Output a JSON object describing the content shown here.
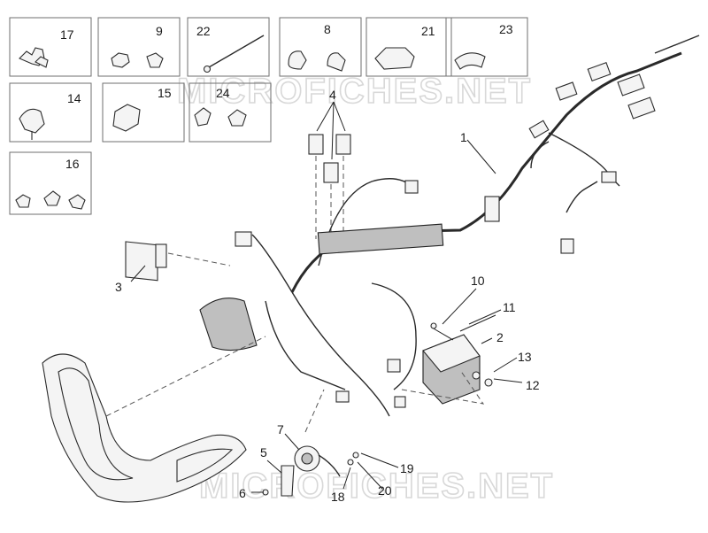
{
  "watermark": "MICROFICHES.NET",
  "callouts": {
    "c1": "1",
    "c2": "2",
    "c3": "3",
    "c4": "4",
    "c5": "5",
    "c6": "6",
    "c7": "7",
    "c8": "8",
    "c9": "9",
    "c10": "10",
    "c11": "11",
    "c12": "12",
    "c13": "13",
    "c14": "14",
    "c15": "15",
    "c16": "16",
    "c17": "17",
    "c18": "18",
    "c19": "19",
    "c20": "20",
    "c21": "21",
    "c22": "22",
    "c23": "23",
    "c24": "24"
  }
}
